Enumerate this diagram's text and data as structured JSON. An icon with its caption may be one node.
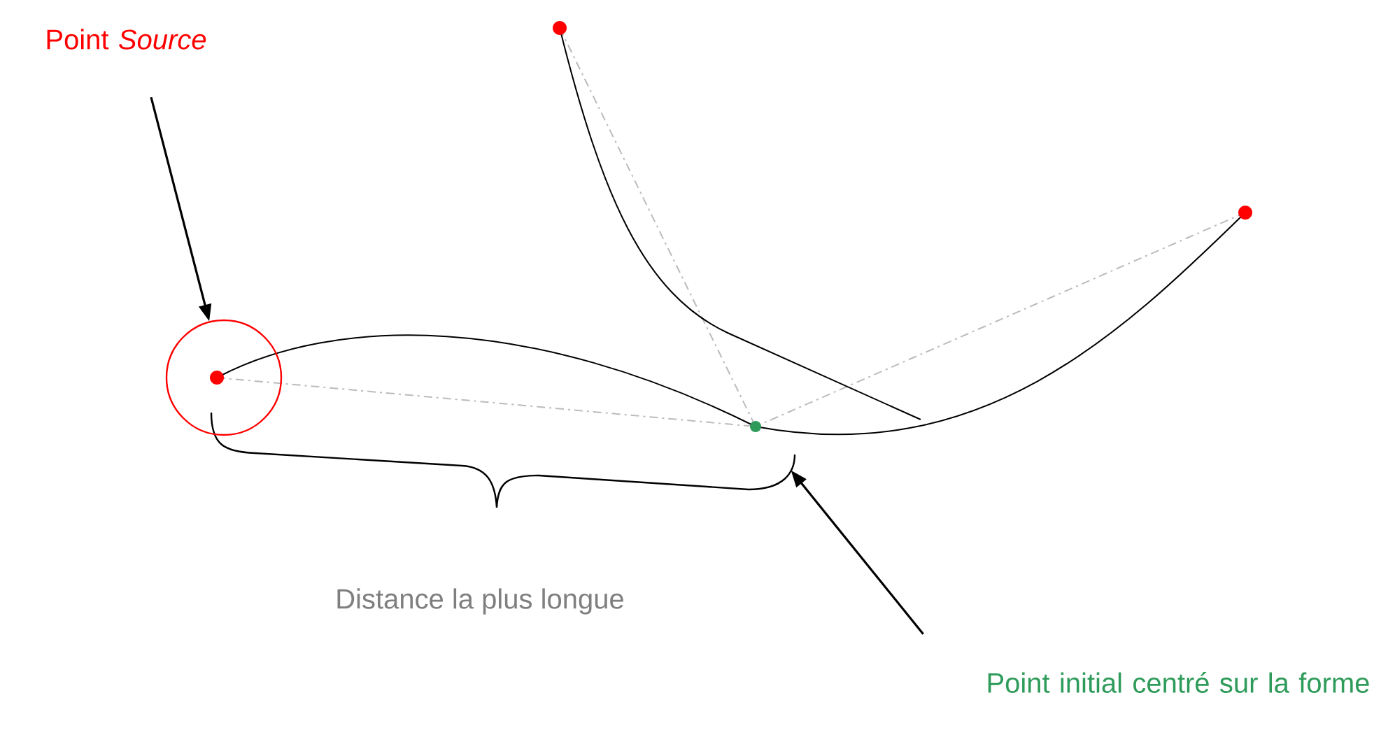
{
  "diagram": {
    "nodes": [
      {
        "text": [
          "Point *Source*"
        ]
      },
      {
        "text": [],
        "shape": "circle"
      },
      {
        "text": [
          "Point initial centré sur la forme"
        ]
      },
      {
        "text": [],
        "shape": "circle"
      }
    ],
    "edges": [
      {
        "from": 0,
        "to": 1,
        "arrow": "to"
      },
      {
        "from": 2,
        "to": 3,
        "arrow": "to"
      }
    ],
    "labels": [
      "Distance la plus longue"
    ]
  }
}
